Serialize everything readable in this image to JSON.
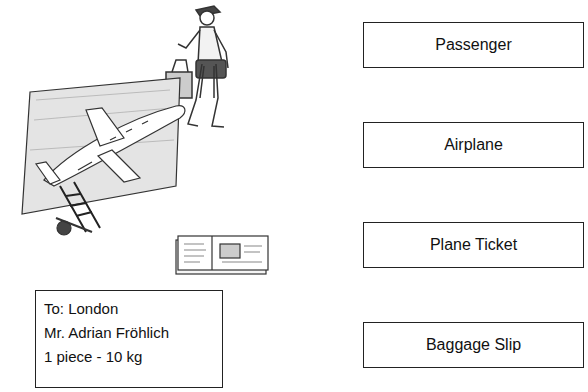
{
  "diagram": {
    "nodes": [
      {
        "text": [
          "Passenger"
        ]
      },
      {
        "text": [
          "Airplane"
        ]
      },
      {
        "text": [
          "Plane Ticket"
        ]
      },
      {
        "text": [
          "To: London",
          "Mr. Adrian Fröhlich",
          "1 piece - 10 kg"
        ]
      },
      {
        "text": [
          "Baggage Slip"
        ]
      }
    ]
  }
}
